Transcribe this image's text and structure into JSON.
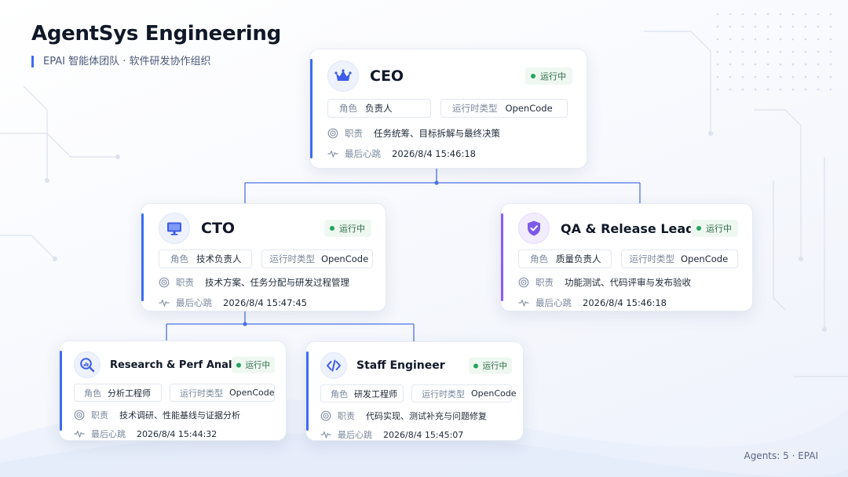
{
  "header": {
    "title": "AgentSys Engineering",
    "subtitle": "EPAI 智能体团队 · 软件研发协作组织"
  },
  "footer": {
    "text": "Agents: 5 · EPAI"
  },
  "colors": {
    "accent": "#3d6cf0",
    "accent_purple": "#8b5cf6",
    "status_green": "#22a55b"
  },
  "agents": {
    "ceo": {
      "name": "CEO",
      "icon": "crown-icon",
      "status": "运行中",
      "role_label": "角色",
      "role": "负责人",
      "runtime_label": "运行时类型",
      "runtime": "OpenCode",
      "duty_label": "职责",
      "duty": "任务统筹、目标拆解与最终决策",
      "heartbeat_label": "最后心跳",
      "heartbeat": "2026/8/4 15:46:18"
    },
    "cto": {
      "name": "CTO",
      "icon": "monitor-icon",
      "status": "运行中",
      "role_label": "角色",
      "role": "技术负责人",
      "runtime_label": "运行时类型",
      "runtime": "OpenCode",
      "duty_label": "职责",
      "duty": "技术方案、任务分配与研发过程管理",
      "heartbeat_label": "最后心跳",
      "heartbeat": "2026/8/4 15:47:45"
    },
    "qa": {
      "name": "QA & Release Lead",
      "icon": "shield-check-icon",
      "status": "运行中",
      "role_label": "角色",
      "role": "质量负责人",
      "runtime_label": "运行时类型",
      "runtime": "OpenCode",
      "duty_label": "职责",
      "duty": "功能测试、代码评审与发布验收",
      "heartbeat_label": "最后心跳",
      "heartbeat": "2026/8/4 15:46:18"
    },
    "research": {
      "name": "Research & Perf Analyst",
      "icon": "search-chart-icon",
      "status": "运行中",
      "role_label": "角色",
      "role": "分析工程师",
      "runtime_label": "运行时类型",
      "runtime": "OpenCode",
      "duty_label": "职责",
      "duty": "技术调研、性能基线与证据分析",
      "heartbeat_label": "最后心跳",
      "heartbeat": "2026/8/4 15:44:32"
    },
    "staff": {
      "name": "Staff Engineer",
      "icon": "code-icon",
      "status": "运行中",
      "role_label": "角色",
      "role": "研发工程师",
      "runtime_label": "运行时类型",
      "runtime": "OpenCode",
      "duty_label": "职责",
      "duty": "代码实现、测试补充与问题修复",
      "heartbeat_label": "最后心跳",
      "heartbeat": "2026/8/4 15:45:07"
    }
  }
}
